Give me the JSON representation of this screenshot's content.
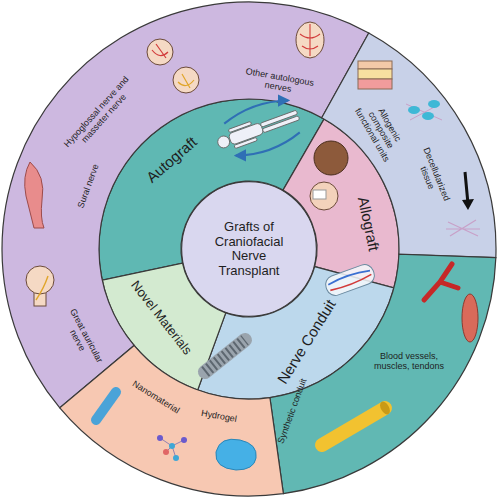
{
  "diagram": {
    "nodes": [
      {
        "text": [
          "Grafts of Craniofacial Nerve Transplant"
        ]
      },
      {
        "text": [
          "Autograft"
        ]
      },
      {
        "text": [
          "Allograft"
        ]
      },
      {
        "text": [
          "Nerve Conduit"
        ]
      },
      {
        "text": [
          "Novel Materials"
        ]
      },
      {
        "text": [
          "Hypoglossal nerve and masseter nerve",
          "Other autologous nerves",
          "Sural nerve",
          "Great auricular nerve"
        ]
      },
      {
        "text": [
          "Allogenic composite functional units",
          "Decellularized tissue"
        ]
      },
      {
        "text": [
          "Blood vessels, muscles, tendons",
          "Synthetic conduit"
        ]
      },
      {
        "text": [
          "Nanomaterial",
          "Hydrogel"
        ]
      }
    ]
  }
}
